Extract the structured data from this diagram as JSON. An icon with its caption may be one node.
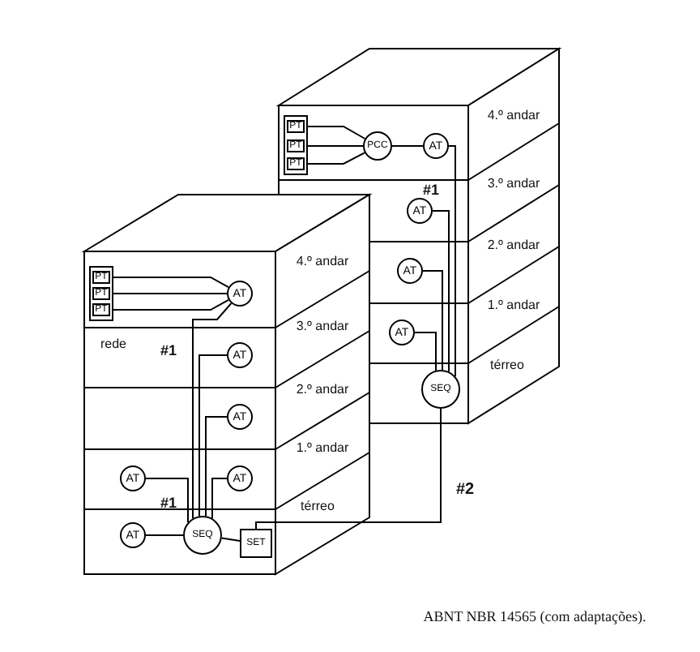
{
  "diagram": {
    "caption": "ABNT NBR 14565 (com adaptações).",
    "nodes": [
      {
        "text": [],
        "shape": "box"
      },
      {
        "text": [
          "PT"
        ],
        "in": 0
      },
      {
        "text": [
          "PT"
        ],
        "in": 0
      },
      {
        "text": [
          "PT"
        ],
        "in": 0
      },
      {
        "text": [
          "PCC"
        ]
      },
      {
        "text": [
          "AT"
        ]
      },
      {
        "text": [
          "AT"
        ]
      },
      {
        "text": [
          "AT"
        ]
      },
      {
        "text": [
          "AT"
        ]
      },
      {
        "text": [
          "SEQ"
        ]
      },
      {
        "text": [],
        "shape": "box"
      },
      {
        "text": [
          "PT"
        ],
        "in": 10
      },
      {
        "text": [
          "PT"
        ],
        "in": 10
      },
      {
        "text": [
          "PT"
        ],
        "in": 10
      },
      {
        "text": [
          "AT"
        ]
      },
      {
        "text": [
          "AT"
        ]
      },
      {
        "text": [
          "AT"
        ]
      },
      {
        "text": [
          "AT"
        ]
      },
      {
        "text": [
          "AT"
        ]
      },
      {
        "text": [
          "AT"
        ]
      },
      {
        "text": [
          "SEQ"
        ]
      },
      {
        "text": [
          "SET"
        ]
      }
    ],
    "edges": [
      {
        "from": 1,
        "to": 4,
        "arrow": "none"
      },
      {
        "from": 2,
        "to": 4,
        "arrow": "none"
      },
      {
        "from": 3,
        "to": 4,
        "arrow": "none"
      },
      {
        "from": 4,
        "to": 5,
        "arrow": "none"
      },
      {
        "from": 5,
        "to": 9,
        "arrow": "none"
      },
      {
        "from": 6,
        "to": 9,
        "arrow": "none"
      },
      {
        "from": 7,
        "to": 9,
        "arrow": "none"
      },
      {
        "from": 8,
        "to": 9,
        "arrow": "none"
      },
      {
        "from": 9,
        "to": 21,
        "arrow": "none",
        "label": "#2"
      },
      {
        "from": 11,
        "to": 14,
        "arrow": "none"
      },
      {
        "from": 12,
        "to": 14,
        "arrow": "none"
      },
      {
        "from": 13,
        "to": 14,
        "arrow": "none"
      },
      {
        "from": 14,
        "to": 20,
        "arrow": "none"
      },
      {
        "from": 15,
        "to": 20,
        "arrow": "none"
      },
      {
        "from": 16,
        "to": 20,
        "arrow": "none"
      },
      {
        "from": 17,
        "to": 20,
        "arrow": "none"
      },
      {
        "from": 18,
        "to": 20,
        "arrow": "none"
      },
      {
        "from": 19,
        "to": 20,
        "arrow": "none"
      },
      {
        "from": 20,
        "to": 21,
        "arrow": "none"
      }
    ],
    "labels": [
      "4.º andar",
      "#1",
      "3.º andar",
      "2.º andar",
      "1.º andar",
      "térreo",
      "4.º andar",
      "3.º andar",
      "rede",
      "#1",
      "2.º andar",
      "1.º andar",
      "#1",
      "térreo"
    ]
  }
}
